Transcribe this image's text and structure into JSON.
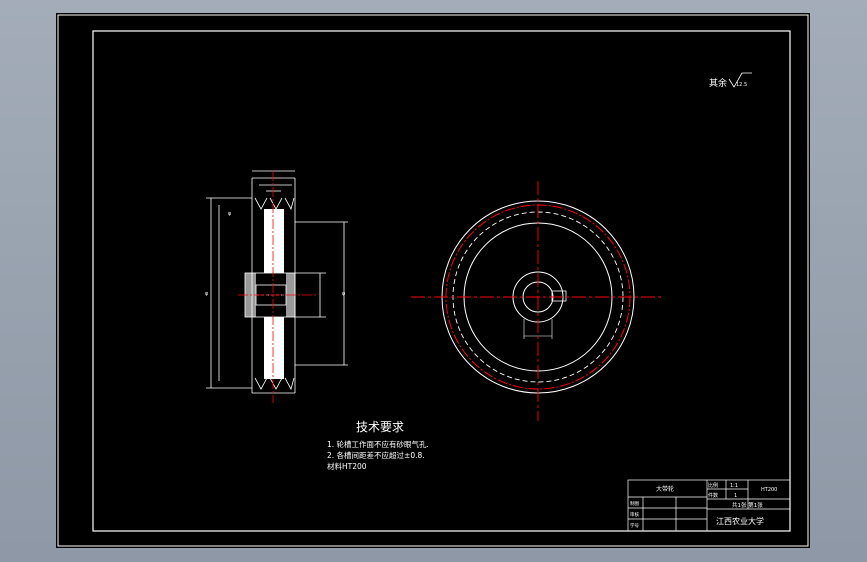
{
  "colors": {
    "background": "#000000",
    "line": "#ffffff",
    "centerline": "#ff0000",
    "workspace_frame": "#9aa3b0"
  },
  "drawing": {
    "roughness_symbol": "其余",
    "roughness_value": "12.5",
    "tech_title": "技术要求",
    "tech_line1": "1. 轮槽工作面不应有砂眼气孔.",
    "tech_line2": "2. 各槽间距差不应超过±0.8.",
    "tech_line3": "材料HT200",
    "side_dim_outer": "φ",
    "side_dim_groove": "φ",
    "side_dim_hub": "φ",
    "key_dim": "",
    "bore_dim": ""
  },
  "title_block": {
    "part_name": "大带轮",
    "scale_label": "比例",
    "scale_value": "1:1",
    "qty_label": "件数",
    "qty_value": "1",
    "material": "HT200",
    "sheet_label": "共1张 第1张",
    "school": "江西农业大学",
    "row_draw": "制图",
    "row_check": "审核",
    "row_ref": "学号"
  }
}
